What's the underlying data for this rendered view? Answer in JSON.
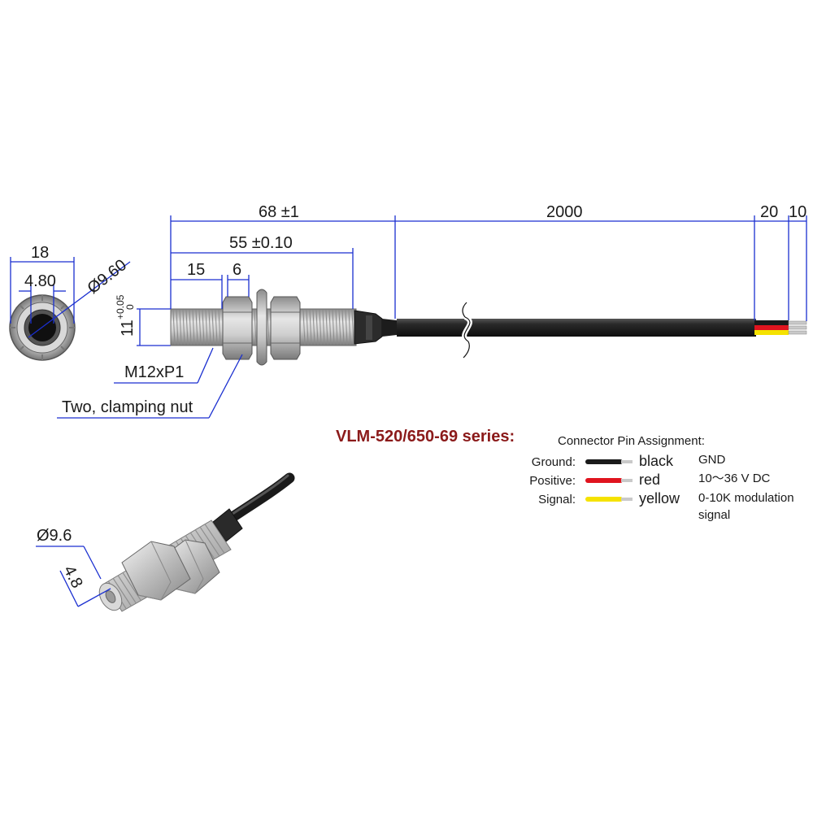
{
  "dimensions": {
    "total_length": "68 ±1",
    "thread_length": "55 ±0.10",
    "nut_offset": "15",
    "nut_width": "6",
    "cable_length": "2000",
    "strip_long": "20",
    "strip_short": "10",
    "front_width": "18",
    "front_inner": "4.80",
    "front_diameter": "Ø9.60",
    "height_value": "11",
    "height_tol_plus": "+0.05",
    "height_tol_zero": "0",
    "iso_diameter": "Ø9.6",
    "iso_inner": "4.8"
  },
  "callouts": {
    "thread": "M12xP1",
    "nut": "Two, clamping nut"
  },
  "series_title": "VLM-520/650-69 series:",
  "connector": {
    "heading": "Connector Pin Assignment:",
    "pins": [
      {
        "label": "Ground:",
        "color_name": "black",
        "function": "GND",
        "wire_color": "#1a1a1a"
      },
      {
        "label": "Positive:",
        "color_name": "red",
        "function": "10～36 V DC",
        "wire_color": "#e0141e"
      },
      {
        "label": "Signal:",
        "color_name": "yellow",
        "function": "0-10K modulation",
        "function_line2": "signal",
        "wire_color": "#f5e200"
      }
    ]
  },
  "colors": {
    "dimension_line": "#1a2fd0",
    "series_title": "#8b1a1a",
    "cable": "#1f1f1f",
    "metal": "#b8b8b8"
  }
}
